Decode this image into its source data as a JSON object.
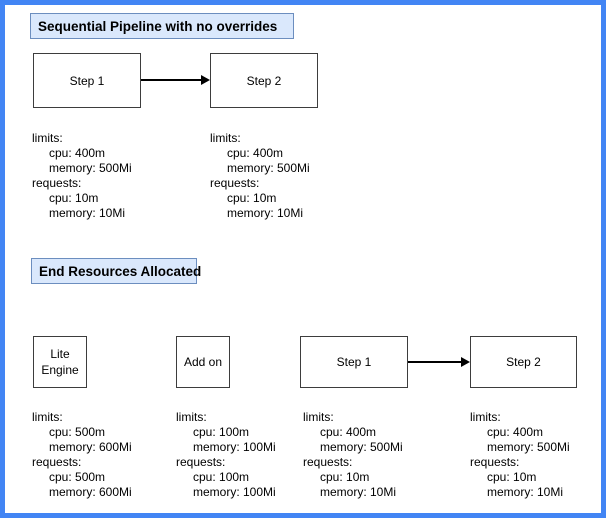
{
  "theme": {
    "frame": "#4285f4",
    "title_fill": "#dae8fc",
    "title_stroke": "#6c8ebf",
    "node_stroke": "#3d3d3d",
    "text": "#000000",
    "bg": "#ffffff"
  },
  "sections": [
    {
      "title": "Sequential Pipeline with no overrides",
      "nodes": [
        {
          "label": "Step 1"
        },
        {
          "label": "Step 2"
        }
      ],
      "resources": [
        {
          "lines": [
            "limits:",
            "cpu: 400m",
            "memory: 500Mi",
            "requests:",
            "cpu: 10m",
            "memory: 10Mi"
          ]
        },
        {
          "lines": [
            "limits:",
            "cpu: 400m",
            "memory: 500Mi",
            "requests:",
            "cpu: 10m",
            "memory: 10Mi"
          ]
        }
      ]
    },
    {
      "title": "End Resources Allocated",
      "nodes": [
        {
          "label": "Lite Engine"
        },
        {
          "label": "Add on"
        },
        {
          "label": "Step 1"
        },
        {
          "label": "Step 2"
        }
      ],
      "resources": [
        {
          "lines": [
            "limits:",
            "cpu: 500m",
            "memory: 600Mi",
            "requests:",
            "cpu: 500m",
            "memory: 600Mi"
          ]
        },
        {
          "lines": [
            "limits:",
            "cpu: 100m",
            "memory: 100Mi",
            "requests:",
            "cpu: 100m",
            "memory: 100Mi"
          ]
        },
        {
          "lines": [
            "limits:",
            "cpu: 400m",
            "memory: 500Mi",
            "requests:",
            "cpu: 10m",
            "memory: 10Mi"
          ]
        },
        {
          "lines": [
            "limits:",
            "cpu: 400m",
            "memory: 500Mi",
            "requests:",
            "cpu: 10m",
            "memory: 10Mi"
          ]
        }
      ]
    }
  ]
}
